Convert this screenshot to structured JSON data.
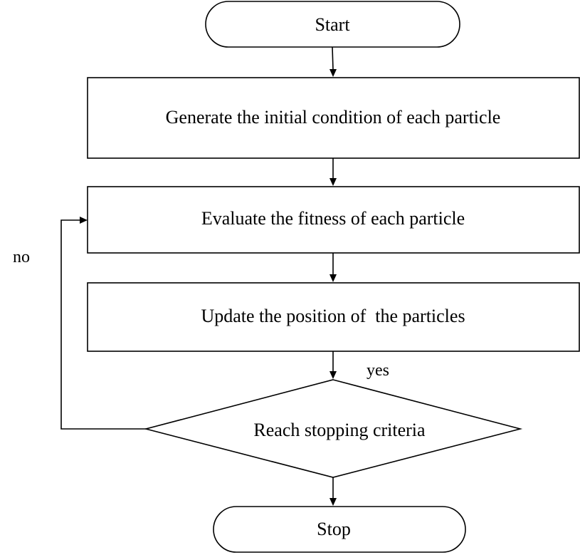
{
  "diagram": {
    "nodes": {
      "start": {
        "shape": "terminal",
        "label": "Start"
      },
      "generate": {
        "shape": "process",
        "label": "Generate the initial condition of each particle"
      },
      "evaluate": {
        "shape": "process",
        "label": "Evaluate the fitness of each particle"
      },
      "update": {
        "shape": "process",
        "label": "Update the position of  the particles"
      },
      "decision": {
        "shape": "decision",
        "label": "Reach stopping criteria"
      },
      "stop": {
        "shape": "terminal",
        "label": "Stop"
      }
    },
    "edges": [
      {
        "from": "start",
        "to": "generate",
        "label": ""
      },
      {
        "from": "generate",
        "to": "evaluate",
        "label": ""
      },
      {
        "from": "evaluate",
        "to": "update",
        "label": ""
      },
      {
        "from": "update",
        "to": "decision",
        "label": "yes"
      },
      {
        "from": "decision",
        "to": "stop",
        "label": ""
      },
      {
        "from": "decision",
        "to": "evaluate",
        "label": "no"
      }
    ]
  }
}
